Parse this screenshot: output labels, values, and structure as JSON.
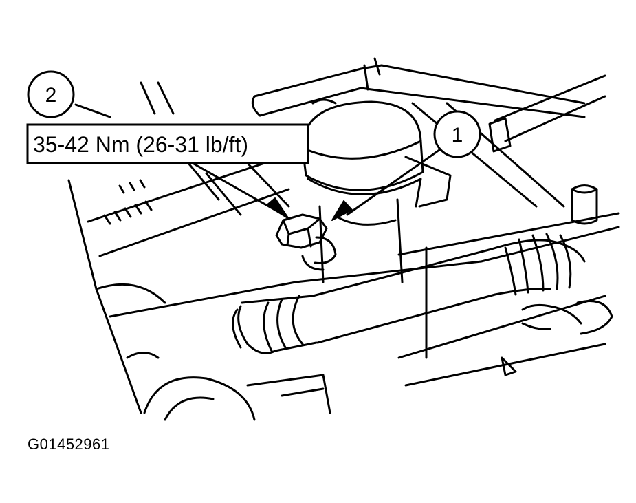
{
  "callouts": {
    "one": "1",
    "two": "2"
  },
  "torque_spec": "35-42 Nm (26-31 lb/ft)",
  "figure_id": "G01452961",
  "colors": {
    "line": "#000000",
    "background": "#ffffff"
  }
}
